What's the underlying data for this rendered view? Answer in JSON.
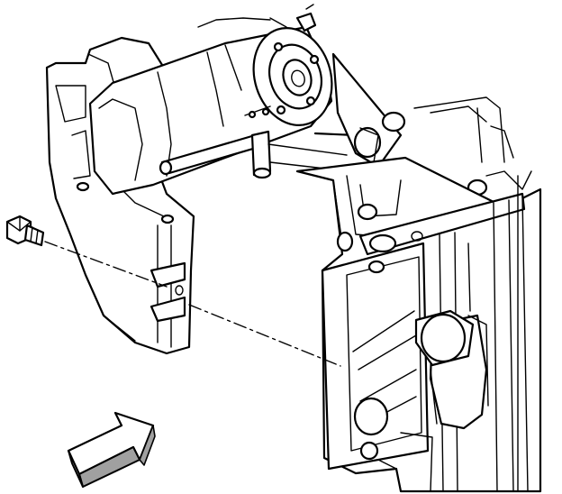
{
  "figure": {
    "kind": "technical line illustration",
    "components": {
      "starter_motor": "starter-motor",
      "mounting_bolt": "starter-mounting-bolt",
      "bellhousing": "transmission-bellhousing",
      "engine_block": "engine-block",
      "oil_filter": "oil-filter",
      "direction_arrow": "view-direction-arrow"
    },
    "colors": {
      "line": "#000000",
      "background": "#ffffff",
      "arrow_shade": "#a0a0a0"
    }
  }
}
